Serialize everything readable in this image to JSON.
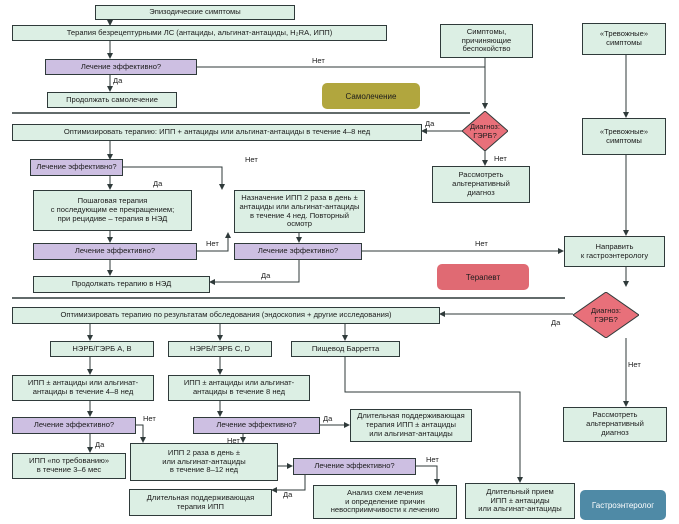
{
  "nodes": {
    "episodic": "Эпизодические симптомы",
    "otc_therapy": "Терапия безрецептурными ЛС (антациды, альгинат-антациды, H₂RA, ИПП)",
    "q_effective_1": "Лечение эффективно?",
    "continue_self": "Продолжать самолечение",
    "bothering": "Симптомы,\nпричиняющие\nбеспокойство",
    "alarm_top": "«Тревожные»\nсимптомы",
    "optimize_ppi": "Оптимизировать терапию: ИПП + антациды или альгинат-антациды в течение 4–8 нед",
    "diag_gerd_1": "Диагноз:\nГЭРБ?",
    "alarm_mid": "«Тревожные»\nсимптомы",
    "q_effective_2": "Лечение эффективно?",
    "consider_alt_1": "Рассмотреть\nальтернативный\nдиагноз",
    "stepdown": "Пошаговая терапия\nс последующим ее прекращением;\nпри рецидиве – терапия в НЭД",
    "ppi_twice": "Назначение ИПП 2 раза в день ±\nантациды или альгинат-антациды\nв течение 4 нед. Повторный осмотр",
    "q_effective_3": "Лечение эффективно?",
    "q_effective_4": "Лечение эффективно?",
    "refer_gi": "Направить\nк гастроэнтерологу",
    "continue_ned": "Продолжать терапию в НЭД",
    "optimize_exam": "Оптимизировать терапию по результатам обследования (эндоскопия + другие исследования)",
    "diag_gerd_2": "Диагноз:\nГЭРБ?",
    "nerd_ab": "НЭРБ/ГЭРБ A, B",
    "nerd_cd": "НЭРБ/ГЭРБ C, D",
    "barrett": "Пищевод Барретта",
    "ppi_4_8": "ИПП ± антациды или альгинат-\nантациды в течение 4–8 нед",
    "ppi_8": "ИПП ± антациды или альгинат-\nантациды в течение 8 нед",
    "q_effective_5": "Лечение эффективно?",
    "q_effective_6": "Лечение эффективно?",
    "long_maint": "Длительная поддерживающая\nтерапия ИПП ± антациды\nили альгинат-антациды",
    "consider_alt_2": "Рассмотреть\nальтернативный\nдиагноз",
    "ppi_on_demand": "ИПП «по требованию»\nв течение 3–6 мес",
    "ppi_twice_8_12": "ИПП 2 раза в день ±\nили альгинат-антациды\nв течение 8–12 нед",
    "q_effective_7": "Лечение эффективно?",
    "long_maint_ppi": "Длительная поддерживающая\nтерапия ИПП",
    "analysis": "Анализ схем лечения\nи определение причин\nневосприимчивости к лечению",
    "long_term": "Длительный прием\nИПП ± антациды\nили альгинат-антациды"
  },
  "roles": {
    "self": "Самолечение",
    "therapist": "Терапевт",
    "gastro": "Гастроэнтеролог"
  },
  "labels": {
    "yes": "Да",
    "no": "Нет"
  },
  "colors": {
    "box_fill": "#dcefe4",
    "question_fill": "#cdbfe2",
    "diamond_fill": "#e8707a",
    "self_fill": "#b1a63e",
    "therapist_fill": "#e06a73",
    "gastro_fill": "#4f8aa6",
    "line": "#2f3a3a"
  }
}
